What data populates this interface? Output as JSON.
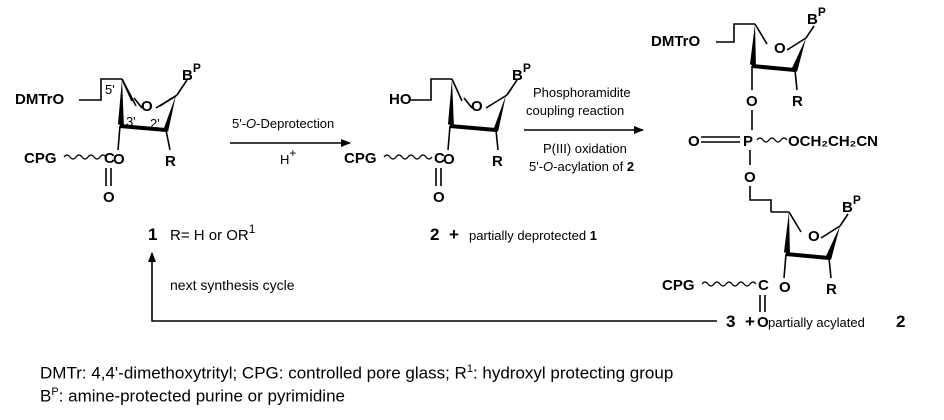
{
  "atoms": {
    "dmtr": "DMTrO",
    "ho": "HO",
    "ring_o": "O",
    "base": "B",
    "base_sup": "P",
    "r": "R",
    "cpg": "CPG",
    "carbonyl_c": "C",
    "carbonyl_o": "O",
    "bridge_o": "O",
    "phosphorus": "P",
    "p_double_o": "O",
    "cyanoethyl": "OCH₂CH₂CN",
    "prime5": "5'",
    "prime3": "3'",
    "prime2": "2'"
  },
  "compounds": {
    "c1": {
      "number": "1",
      "note": "R= H or OR",
      "note_sup": "1"
    },
    "c2": {
      "number": "2",
      "note": "partially deprotected",
      "note_ref": "1"
    },
    "c3": {
      "number": "3",
      "plus": "+",
      "note": "partially acylated",
      "note_ref": "2"
    },
    "plus": "+"
  },
  "steps": {
    "step1": {
      "line1_a": "5'-",
      "line1_b": "O",
      "line1_c": "-Deprotection",
      "line2": "H",
      "line2_sup": "+"
    },
    "step2": {
      "line1": "Phosphoramidite",
      "line2": "coupling reaction",
      "line3": "P(III) oxidation",
      "line4_a": "5'-",
      "line4_b": "O",
      "line4_c": "-acylation of ",
      "line4_d": "2"
    },
    "cycle": "next synthesis cycle"
  },
  "legend": {
    "line1_a": "DMTr: 4,4'-dimethoxytrityl; CPG: controlled pore glass; R",
    "line1_sup": "1",
    "line1_b": ": hydroxyl protecting group",
    "line2_a": "B",
    "line2_sup": "P",
    "line2_b": ": amine-protected purine or pyrimidine"
  }
}
